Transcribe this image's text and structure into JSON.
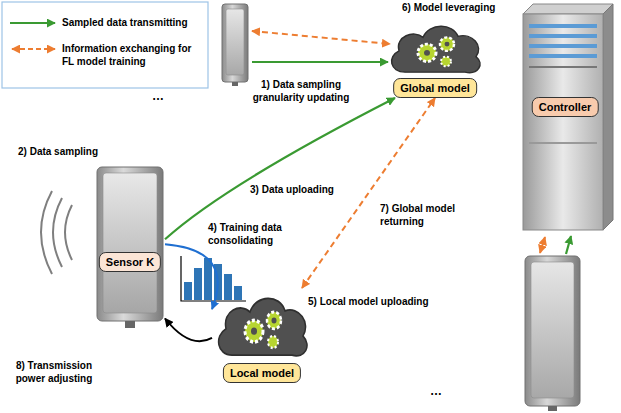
{
  "diagram": {
    "nodes": [
      {
        "text": [
          "Global model"
        ]
      },
      {
        "text": [
          "Controller"
        ]
      },
      {
        "text": [
          "Sensor K"
        ]
      },
      {
        "text": [
          "Local model"
        ]
      }
    ],
    "edges": [
      {
        "from": 2,
        "to": 0,
        "arrow": "to",
        "label": "3) Data uploading"
      },
      {
        "from": 2,
        "to": 3,
        "arrow": "to",
        "label": "4) Training data consolidating"
      },
      {
        "from": 3,
        "to": 0,
        "arrow": "both",
        "label": "5) Local model uploading"
      },
      {
        "from": 3,
        "to": 2,
        "arrow": "to",
        "label": "8) Transmission power adjusting"
      }
    ],
    "labels": [
      "1) Data sampling granularity updating",
      "2) Data sampling",
      "6) Model leveraging",
      "7) Global model returning",
      "…",
      "…"
    ],
    "legend": [
      {
        "text": "Sampled data transmitting"
      },
      {
        "text": "Information exchanging for FL model training"
      }
    ]
  }
}
